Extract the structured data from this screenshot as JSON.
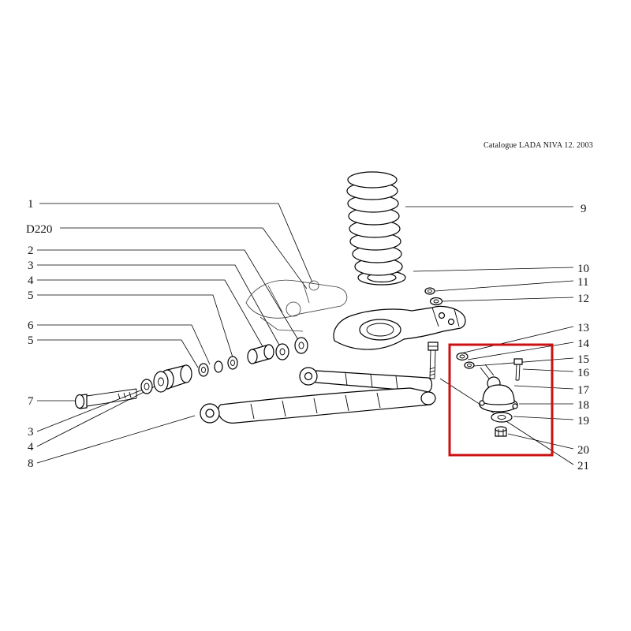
{
  "header": {
    "catalogue_text": "Catalogue LADA NIVA 12. 2003"
  },
  "callouts": {
    "left": [
      {
        "label": "1"
      },
      {
        "label": "D220"
      },
      {
        "label": "2"
      },
      {
        "label": "3"
      },
      {
        "label": "4"
      },
      {
        "label": "5"
      },
      {
        "label": "6"
      },
      {
        "label": "5"
      },
      {
        "label": "7"
      },
      {
        "label": "3"
      },
      {
        "label": "4"
      },
      {
        "label": "8"
      }
    ],
    "right": [
      {
        "label": "9"
      },
      {
        "label": "10"
      },
      {
        "label": "11"
      },
      {
        "label": "12"
      },
      {
        "label": "13"
      },
      {
        "label": "14"
      },
      {
        "label": "15"
      },
      {
        "label": "16"
      },
      {
        "label": "17"
      },
      {
        "label": "18"
      },
      {
        "label": "19"
      },
      {
        "label": "20"
      },
      {
        "label": "21"
      }
    ]
  },
  "highlight": {
    "color": "#cc1111"
  }
}
